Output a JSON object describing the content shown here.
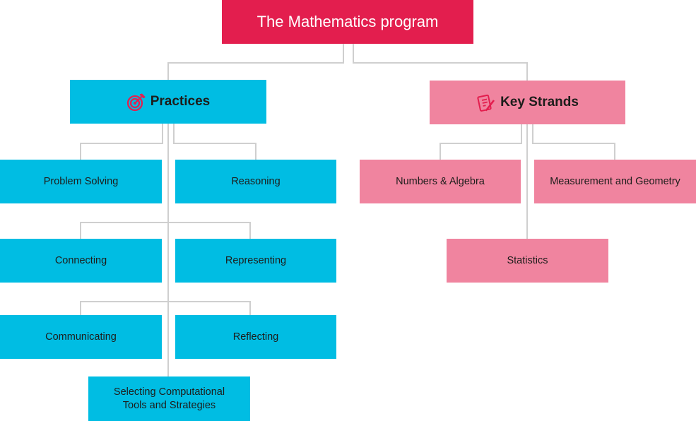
{
  "root": {
    "label": "The Mathematics program"
  },
  "practices": {
    "label": "Practices",
    "icon": "target-icon",
    "color": "#00bde3",
    "items": [
      "Problem Solving",
      "Reasoning",
      "Connecting",
      "Representing",
      "Communicating",
      "Reflecting",
      "Selecting Computational Tools and Strategies"
    ]
  },
  "strands": {
    "label": "Key Strands",
    "icon": "clipboard-pencil-icon",
    "color": "#f0849f",
    "items": [
      "Numbers & Algebra",
      "Measurement and Geometry",
      "Statistics"
    ]
  },
  "colors": {
    "root": "#e31e4e",
    "connector": "#c8c8c8"
  }
}
